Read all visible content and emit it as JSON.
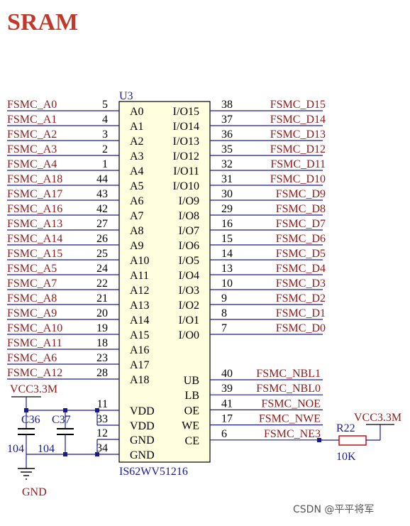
{
  "title": "SRAM",
  "chip": {
    "ref": "U3",
    "part": "IS62WV51216",
    "left_pins": [
      {
        "net": "FSMC_A0",
        "num": "5",
        "label": "A0"
      },
      {
        "net": "FSMC_A1",
        "num": "4",
        "label": "A1"
      },
      {
        "net": "FSMC_A2",
        "num": "3",
        "label": "A2"
      },
      {
        "net": "FSMC_A3",
        "num": "2",
        "label": "A3"
      },
      {
        "net": "FSMC_A4",
        "num": "1",
        "label": "A4"
      },
      {
        "net": "FSMC_A18",
        "num": "44",
        "label": "A5"
      },
      {
        "net": "FSMC_A17",
        "num": "43",
        "label": "A6"
      },
      {
        "net": "FSMC_A16",
        "num": "42",
        "label": "A7"
      },
      {
        "net": "FSMC_A13",
        "num": "27",
        "label": "A8"
      },
      {
        "net": "FSMC_A14",
        "num": "26",
        "label": "A9"
      },
      {
        "net": "FSMC_A15",
        "num": "25",
        "label": "A10"
      },
      {
        "net": "FSMC_A5",
        "num": "24",
        "label": "A11"
      },
      {
        "net": "FSMC_A7",
        "num": "22",
        "label": "A12"
      },
      {
        "net": "FSMC_A8",
        "num": "21",
        "label": "A13"
      },
      {
        "net": "FSMC_A9",
        "num": "20",
        "label": "A14"
      },
      {
        "net": "FSMC_A10",
        "num": "19",
        "label": "A15"
      },
      {
        "net": "FSMC_A11",
        "num": "18",
        "label": "A16"
      },
      {
        "net": "FSMC_A6",
        "num": "23",
        "label": "A17"
      },
      {
        "net": "FSMC_A12",
        "num": "28",
        "label": "A18"
      }
    ],
    "right_pins": [
      {
        "net": "FSMC_D15",
        "num": "38",
        "label": "I/O15"
      },
      {
        "net": "FSMC_D14",
        "num": "37",
        "label": "I/O14"
      },
      {
        "net": "FSMC_D13",
        "num": "36",
        "label": "I/O13"
      },
      {
        "net": "FSMC_D12",
        "num": "35",
        "label": "I/O12"
      },
      {
        "net": "FSMC_D11",
        "num": "32",
        "label": "I/O11"
      },
      {
        "net": "FSMC_D10",
        "num": "31",
        "label": "I/O10"
      },
      {
        "net": "FSMC_D9",
        "num": "30",
        "label": "I/O9"
      },
      {
        "net": "FSMC_D8",
        "num": "29",
        "label": "I/O8"
      },
      {
        "net": "FSMC_D7",
        "num": "16",
        "label": "I/O7"
      },
      {
        "net": "FSMC_D6",
        "num": "15",
        "label": "I/O6"
      },
      {
        "net": "FSMC_D5",
        "num": "14",
        "label": "I/O5"
      },
      {
        "net": "FSMC_D4",
        "num": "13",
        "label": "I/O4"
      },
      {
        "net": "FSMC_D3",
        "num": "10",
        "label": "I/O3"
      },
      {
        "net": "FSMC_D2",
        "num": "9",
        "label": "I/O2"
      },
      {
        "net": "FSMC_D1",
        "num": "8",
        "label": "I/O1"
      },
      {
        "net": "FSMC_D0",
        "num": "7",
        "label": "I/O0"
      }
    ],
    "control_pins": [
      {
        "net": "FSMC_NBL1",
        "num": "40",
        "label": "UB"
      },
      {
        "net": "FSMC_NBL0",
        "num": "39",
        "label": "LB"
      },
      {
        "net": "FSMC_NOE",
        "num": "41",
        "label": "OE"
      },
      {
        "net": "FSMC_NWE",
        "num": "17",
        "label": "WE"
      },
      {
        "net": "FSMC_NE3",
        "num": "6",
        "label": "CE"
      }
    ],
    "power_pins": [
      {
        "num": "11",
        "label": "VDD"
      },
      {
        "num": "33",
        "label": "VDD"
      },
      {
        "num": "12",
        "label": "GND"
      },
      {
        "num": "34",
        "label": "GND"
      }
    ]
  },
  "power": {
    "vcc_left": "VCC3.3M",
    "vcc_right": "VCC3.3M",
    "gnd": "GND"
  },
  "caps": [
    {
      "ref": "C36",
      "value": "104"
    },
    {
      "ref": "C37",
      "value": "104"
    }
  ],
  "resistor": {
    "ref": "R22",
    "value": "10K"
  },
  "watermark": "CSDN @平平将军",
  "colors": {
    "wire": "#1a1a8b",
    "net_text": "#8b1a1a",
    "title": "#c0392b",
    "body": "#000000"
  }
}
